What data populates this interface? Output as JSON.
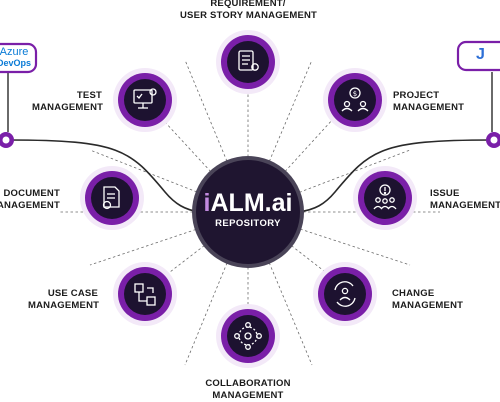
{
  "center": {
    "brand_prefix": "i",
    "brand": "ALM.ai",
    "subtitle": "REPOSITORY"
  },
  "integrations": {
    "left": {
      "line1": "Azure",
      "line2": "DevOps"
    },
    "right": {
      "text": "J"
    }
  },
  "modules": [
    {
      "id": "requirement",
      "line1": "REQUIREMENT/",
      "line2": "USER STORY MANAGEMENT",
      "icon": "checklist-gear-icon"
    },
    {
      "id": "project",
      "line1": "PROJECT",
      "line2": "MANAGEMENT",
      "icon": "project-money-team-icon"
    },
    {
      "id": "issue",
      "line1": "ISSUE",
      "line2": "MANAGEMENT",
      "icon": "issue-alert-team-icon"
    },
    {
      "id": "change",
      "line1": "CHANGE",
      "line2": "MANAGEMENT",
      "icon": "change-cycle-person-icon"
    },
    {
      "id": "collaboration",
      "line1": "COLLABORATION",
      "line2": "MANAGEMENT",
      "icon": "collaboration-network-icon"
    },
    {
      "id": "usecase",
      "line1": "USE CASE",
      "line2": "MANAGEMENT",
      "icon": "use-case-flow-icon"
    },
    {
      "id": "document",
      "line1": "DOCUMENT",
      "line2": "MANAGEMENT",
      "icon": "document-gear-icon"
    },
    {
      "id": "test",
      "line1": "TEST",
      "line2": "MANAGEMENT",
      "icon": "test-monitor-gear-icon"
    }
  ],
  "colors": {
    "purple": "#7a1fa8",
    "dark": "#1d1230",
    "center_fill": "#1f1530",
    "center_ring": "#4a4458",
    "azure_blue": "#0a7bd6",
    "jira_blue": "#2d6fd6"
  }
}
